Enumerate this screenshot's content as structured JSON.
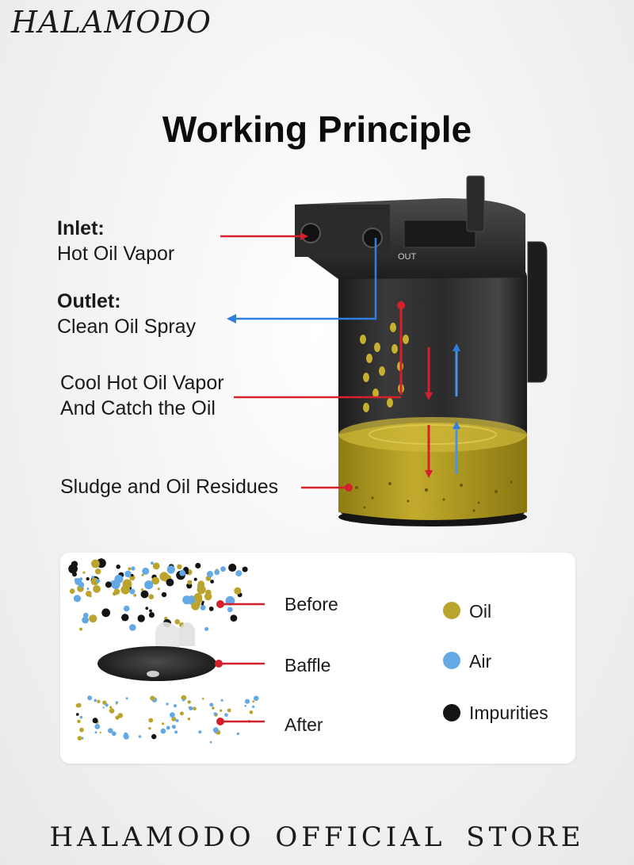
{
  "brand": {
    "logo_text": "HALAMODO"
  },
  "title": "Working Principle",
  "labels": {
    "inlet_heading": "Inlet:",
    "inlet_text": "Hot Oil Vapor",
    "outlet_heading": "Outlet:",
    "outlet_text": "Clean Oil Spray",
    "cool_line1": "Cool Hot Oil Vapor",
    "cool_line2": "And Catch the Oil",
    "sludge": "Sludge and Oil Residues",
    "port_marking": "OUT"
  },
  "panel": {
    "before": "Before",
    "baffle": "Baffle",
    "after": "After",
    "legend": [
      {
        "label": "Oil",
        "color": "#bba42e"
      },
      {
        "label": "Air",
        "color": "#64a9e6"
      },
      {
        "label": "Impurities",
        "color": "#141414"
      }
    ]
  },
  "colors": {
    "inlet_arrow": "#d6202c",
    "outlet_arrow": "#2f7fe0",
    "oil": "#bba42e",
    "canister": "#2a2a2a"
  },
  "footer": "HALAMODO  OFFICIAL  STORE"
}
